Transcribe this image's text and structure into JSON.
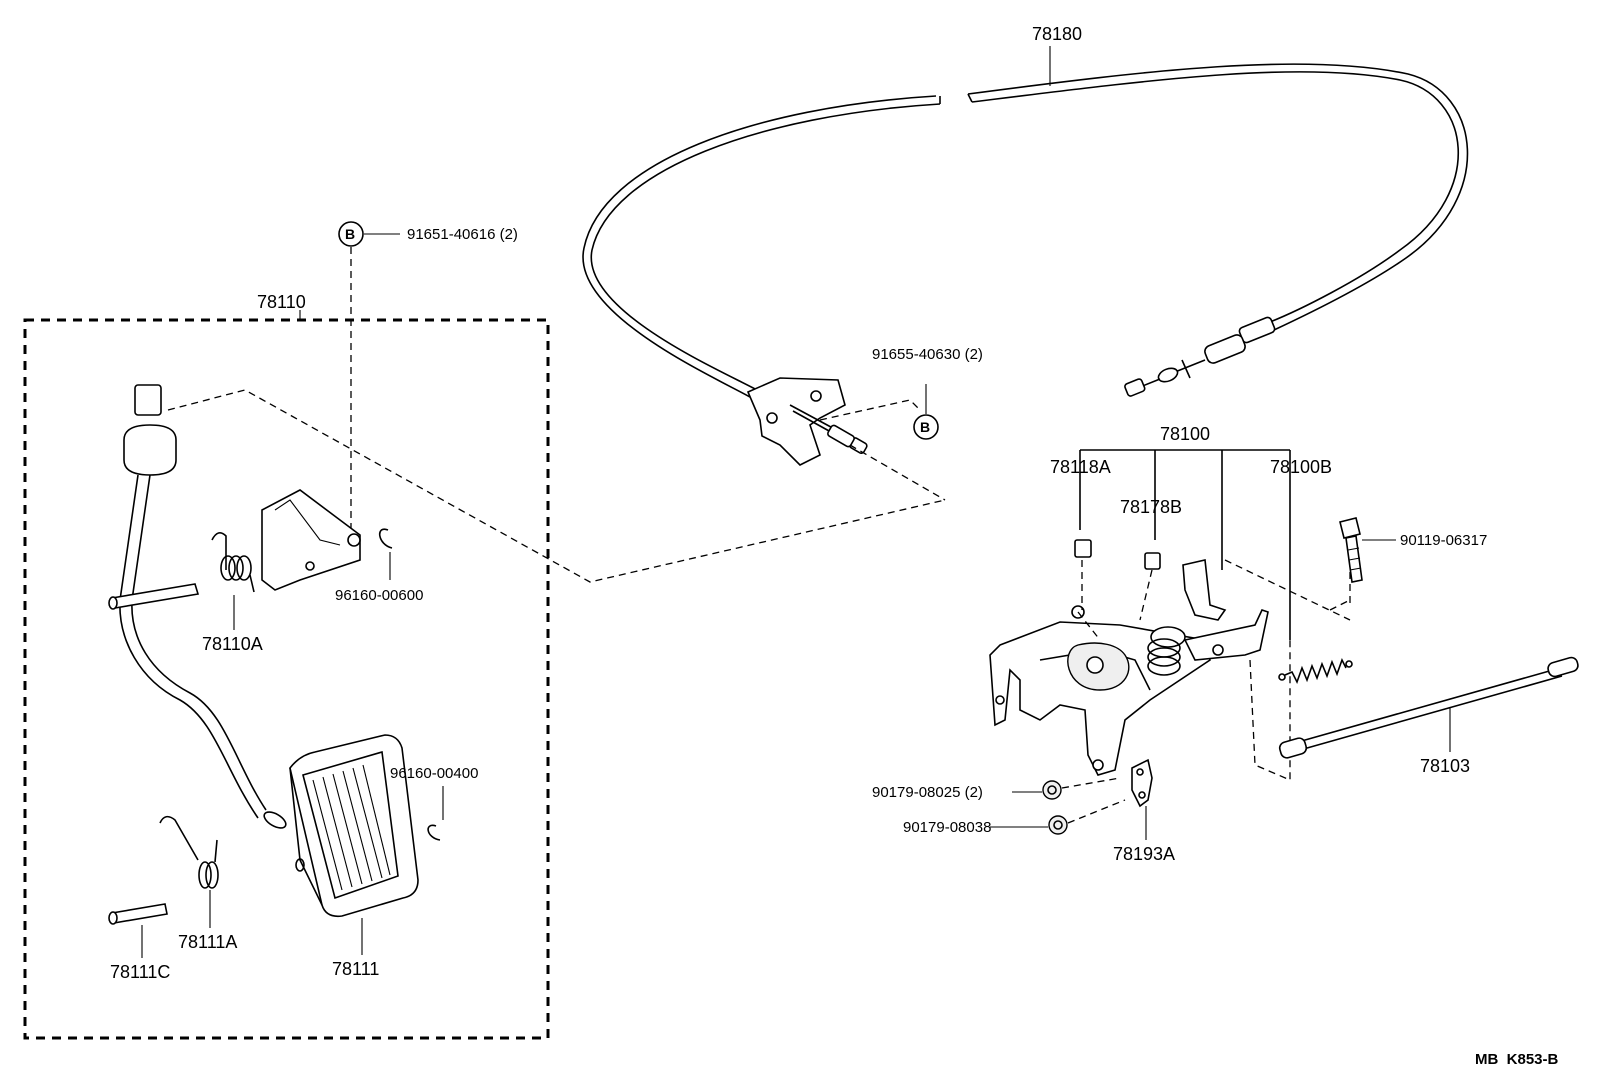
{
  "labels": {
    "cable": "78180",
    "pedal_assy": "78110",
    "bolt_b_top": "91651-40616 (2)",
    "bolt_b_mid": "91655-40630 (2)",
    "pedal_spring": "78110A",
    "clip_upper": "96160-00600",
    "clip_lower": "96160-00400",
    "pad_spring": "78111A",
    "pad_pin": "78111C",
    "pedal_pad": "78111",
    "link_assy": "78100",
    "part_78118a": "78118A",
    "part_78178b": "78178B",
    "part_78100b": "78100B",
    "bolt_right": "90119-06317",
    "rod": "78103",
    "nut_a": "90179-08025 (2)",
    "nut_b": "90179-08038",
    "bracket": "78193A",
    "ref_code": "MB  K853-B"
  },
  "callouts": {
    "b_top": "B",
    "b_mid": "B"
  }
}
